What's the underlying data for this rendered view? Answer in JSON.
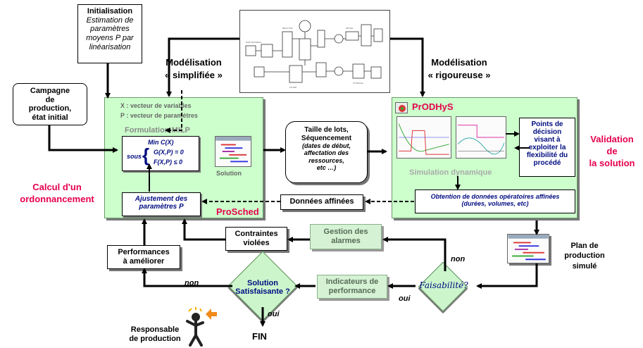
{
  "init": {
    "title": "Initialisation",
    "lines": [
      "Estimation de",
      "paramètres",
      "moyens P par",
      "linéarisation"
    ]
  },
  "modelisation_simple": {
    "line1": "Modélisation",
    "line2": "« simplifiée »"
  },
  "modelisation_rigour": {
    "line1": "Modélisation",
    "line2": "« rigoureuse »"
  },
  "campagne": {
    "lines": [
      "Campagne",
      "de",
      "production,",
      "état initial"
    ]
  },
  "prosched": {
    "var_line": "X : vecteur de variables",
    "param_line": "P : vecteur de paramètres",
    "formulation": "Formulation MILP",
    "min": "Min C(X)",
    "sous": "sous",
    "eq1": "G(X,P) = 0",
    "eq2": "F(X,P) ≤ 0",
    "solution": "Solution",
    "ajust_line1": "Ajustement des",
    "ajust_line2": "paramètres P",
    "name": "ProSched"
  },
  "taille": {
    "line1": "Taille de lots,",
    "line2": "Séquencement",
    "line3": "(dates de début,",
    "line4": "affectation des",
    "line5": "ressources,",
    "line6": "etc …)"
  },
  "prodhys": {
    "name": "PrODHyS",
    "simulation": "Simulation dynamique",
    "points": [
      "Points de",
      "décision",
      "visant à",
      "exploiter la",
      "flexibilité du",
      "procédé"
    ],
    "obtention_line1": "Obtention de données opératoires affinées",
    "obtention_line2": "(durées, volumes, etc)"
  },
  "validation": {
    "line1": "Validation",
    "line2": "de",
    "line3": "la solution"
  },
  "calcul": {
    "line1": "Calcul d'un",
    "line2": "ordonnancement"
  },
  "donnees_affinees": "Données affinées",
  "contraintes": {
    "line1": "Contraintes",
    "line2": "violées"
  },
  "gestion": {
    "line1": "Gestion des",
    "line2": "alarmes"
  },
  "plan": {
    "line1": "Plan de",
    "line2": "production",
    "line3": "simulé"
  },
  "performances": {
    "line1": "Performances",
    "line2": "à améliorer"
  },
  "solution_diamond": {
    "line1": "Solution",
    "line2": "Satisfaisante ?"
  },
  "indicateurs": {
    "line1": "Indicateurs de",
    "line2": "performance"
  },
  "faisabilite": "Faisabilité?",
  "labels": {
    "non_left": "non",
    "non_right": "non",
    "oui_bottom": "oui",
    "oui_right": "oui"
  },
  "responsable": {
    "line1": "Responsable",
    "line2": "de production"
  },
  "fin": "FIN",
  "colors": {
    "accent_red": "#e6004c",
    "panel_green": "#ccffcc",
    "btn_green": "#d5f2d5"
  }
}
